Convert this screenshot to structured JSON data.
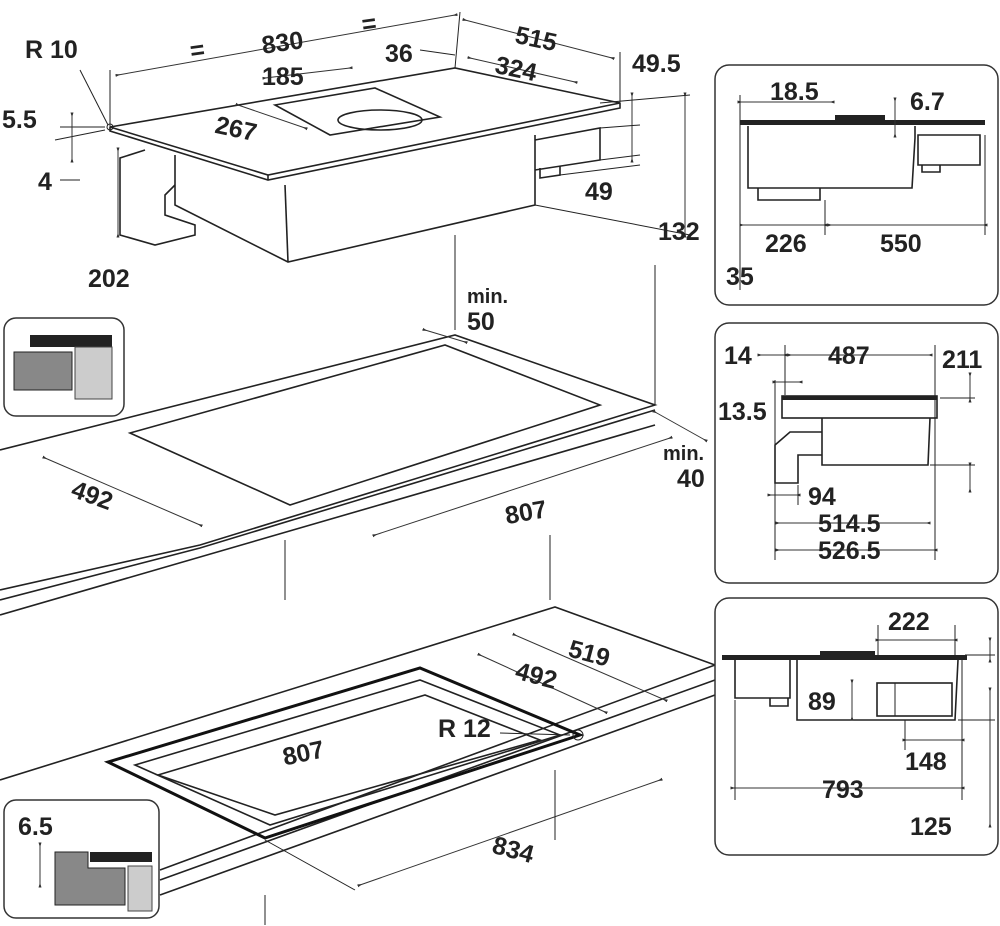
{
  "drawing": {
    "top_view": {
      "r10": "R 10",
      "eq1": "=",
      "w830": "830",
      "eq2": "=",
      "d515": "515",
      "d36": "36",
      "w185": "185",
      "w324": "324",
      "h49_5": "49.5",
      "h5_5": "5.5",
      "d267": "267",
      "h4": "4",
      "h49": "49",
      "h132": "132",
      "h202": "202",
      "min": "min.",
      "min50": "50"
    },
    "side_panel_1": {
      "d18_5": "18.5",
      "d6_7": "6.7",
      "d226": "226",
      "d550": "550",
      "d35": "35"
    },
    "side_panel_2": {
      "d14": "14",
      "d487": "487",
      "d211": "211",
      "d13_5": "13.5",
      "d94": "94",
      "d514_5": "514.5",
      "d526_5": "526.5"
    },
    "cutout_top": {
      "min": "min.",
      "min40": "40",
      "d492": "492",
      "d807": "807"
    },
    "cutout_bottom": {
      "d519": "519",
      "d492": "492",
      "r12": "R 12",
      "d807": "807",
      "d834": "834"
    },
    "side_panel_3": {
      "d222": "222",
      "d89": "89",
      "d148": "148",
      "d793": "793",
      "d125": "125"
    },
    "inset_flush": {
      "d6_5": "6.5"
    }
  }
}
